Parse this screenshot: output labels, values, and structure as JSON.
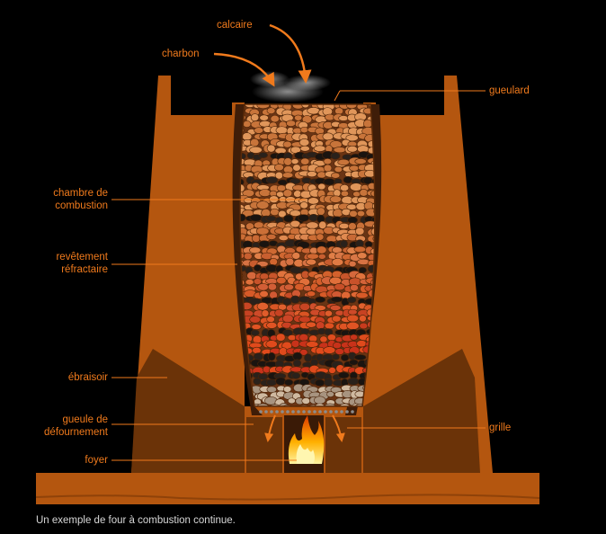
{
  "labels": {
    "calcaire": "calcaire",
    "charbon": "charbon",
    "gueulard": "gueulard",
    "chambre_l1": "chambre de",
    "chambre_l2": "combustion",
    "revetement_l1": "revêtement",
    "revetement_l2": "réfractaire",
    "ebraisoir": "ébraisoir",
    "gueule_l1": "gueule de",
    "gueule_l2": "défournement",
    "foyer": "foyer",
    "grille": "grille"
  },
  "caption": "Un exemple de four à combustion continue.",
  "colors": {
    "background": "#000000",
    "label": "#f07a1c",
    "kiln_body": "#b4560f",
    "kiln_dark": "#6b3308",
    "refractory": "#3f1d08",
    "stone": "#d98a4c",
    "coal": "#1a1410",
    "hot_stone": "#e04a1c",
    "flame": "#ffb000"
  },
  "icons": [
    "arrow-icon",
    "smoke-icon",
    "flame-icon"
  ]
}
